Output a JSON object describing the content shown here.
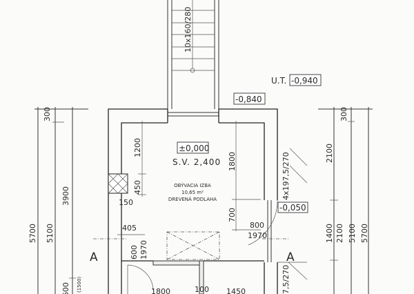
{
  "stair": {
    "label": "10x160/280"
  },
  "levels": {
    "terrain_prefix": "U.T.",
    "terrain": "-0,940",
    "entry": "-0,840",
    "floor": "±0,000",
    "ceiling": "S.V. 2,400",
    "door_step": "-0,050"
  },
  "room": {
    "name": "OBÝVACIA IZBA",
    "area": "10,65 m²",
    "floor_type": "DREVENÁ PODLAHA"
  },
  "dims_left": {
    "d300": "300",
    "d3900": "3900",
    "d5100": "5100",
    "d5700": "5700",
    "d600": "600",
    "d1500": "(1500)"
  },
  "dims_right": {
    "d300": "300",
    "d2100a": "2100",
    "d1400": "1400",
    "d2100b": "2100",
    "d5100": "5100",
    "d5700": "5700"
  },
  "dims_inner": {
    "d1200": "1200",
    "d450": "450",
    "d150": "150",
    "d405": "405",
    "d600": "600",
    "d1970": "1970",
    "d1800v": "1800",
    "d700": "700",
    "d800": "800",
    "d1970b": "1970",
    "d1800": "1800",
    "d100": "100",
    "d1450": "1450"
  },
  "steps": {
    "upper": "4x197,5/270",
    "lower": "7,5/270"
  },
  "section": {
    "left": "A",
    "right": "A"
  }
}
